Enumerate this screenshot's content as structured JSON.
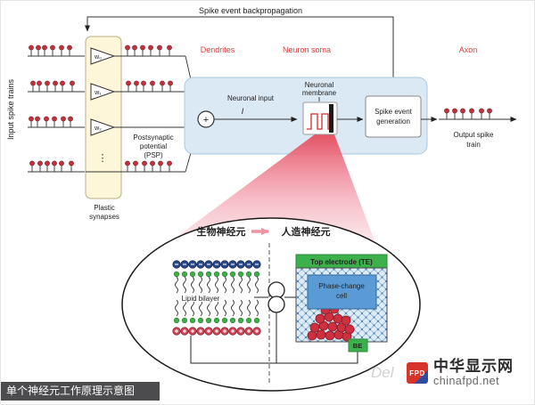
{
  "header": {
    "backprop_label": "Spike event backpropagation"
  },
  "section_labels": {
    "dendrites": "Dendrites",
    "soma": "Neuron soma",
    "axon": "Axon"
  },
  "inputs": {
    "axis_label": "Input spike trains",
    "weights": [
      "w₀",
      "w₁",
      "w₂"
    ],
    "weights_ellipsis": "⋮",
    "plastic_line1": "Plastic",
    "plastic_line2": "synapses",
    "psp_line1": "Postsynaptic",
    "psp_line2": "potential",
    "psp_line3": "(PSP)"
  },
  "soma": {
    "sum_symbol": "+",
    "input_line1": "Neuronal input",
    "input_symbol": "I",
    "membrane_line1": "Neuronal",
    "membrane_line2": "membrane",
    "spikegen_line1": "Spike event",
    "spikegen_line2": "generation"
  },
  "output": {
    "line1": "Output spike",
    "line2": "train"
  },
  "inset": {
    "bio_label": "生物神经元",
    "artificial_label": "人造神经元",
    "lipid_label": "Lipid bilayer",
    "te_label": "Top electrode (TE)",
    "pcm_line1": "Phase-change",
    "pcm_line2": "cell",
    "be_label": "BE"
  },
  "footer": {
    "caption": "单个神经元工作原理示意图"
  },
  "watermark": {
    "faint_text": "Del",
    "logo_text": "FPD",
    "site_name": "中华显示网",
    "site_url": "chinafpd.net"
  },
  "colors": {
    "accent_red_label": "#d84040",
    "soma_box": "#dbe9f5",
    "synapse_box": "#fdf6d8",
    "electrode_green": "#3cb14b",
    "pcm_blue": "#5b9bd5",
    "spike_red": "#c4303c",
    "funnel_pink": "#e64b5e"
  }
}
